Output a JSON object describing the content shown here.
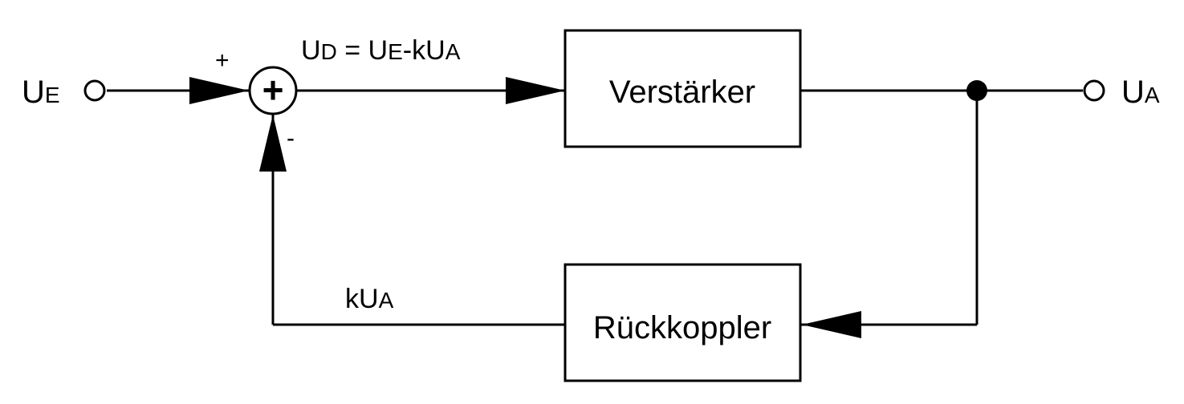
{
  "input": {
    "main": "U",
    "sub": "E"
  },
  "output": {
    "main": "U",
    "sub": "A"
  },
  "summer": {
    "symbol": "+",
    "plus_sign": "+",
    "minus_sign": "-"
  },
  "difference_label": {
    "u1": "U",
    "s1": "D",
    "eq": " = ",
    "u2": "U",
    "s2": "E",
    "mid": "-kU",
    "s3": "A"
  },
  "feedback_label": {
    "main": "kU",
    "sub": "A"
  },
  "blocks": {
    "amplifier": "Verstärker",
    "feedback": "Rückkoppler"
  }
}
